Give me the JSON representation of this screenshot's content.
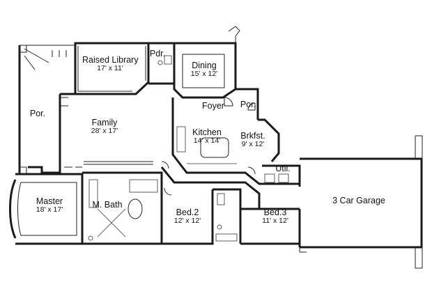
{
  "rooms": [
    {
      "id": "raised-library",
      "name": "Raised Library",
      "dims": "17' x 11'"
    },
    {
      "id": "powder",
      "name": "Pdr.",
      "dims": ""
    },
    {
      "id": "dining",
      "name": "Dining",
      "dims": "15' x 12'"
    },
    {
      "id": "porch-left",
      "name": "Por.",
      "dims": ""
    },
    {
      "id": "family",
      "name": "Family",
      "dims": "28' x 17'"
    },
    {
      "id": "foyer",
      "name": "Foyer",
      "dims": ""
    },
    {
      "id": "porch-front",
      "name": "Por.",
      "dims": ""
    },
    {
      "id": "kitchen",
      "name": "Kitchen",
      "dims": "14' x 14'"
    },
    {
      "id": "breakfast",
      "name": "Brkfst.",
      "dims": "9' x 12'"
    },
    {
      "id": "utility",
      "name": "Util.",
      "dims": ""
    },
    {
      "id": "garage",
      "name": "3 Car Garage",
      "dims": ""
    },
    {
      "id": "master",
      "name": "Master",
      "dims": "18' x 17'"
    },
    {
      "id": "master-bath",
      "name": "M. Bath",
      "dims": ""
    },
    {
      "id": "bed-2",
      "name": "Bed.2",
      "dims": "12' x 12'"
    },
    {
      "id": "bed-3",
      "name": "Bed.3",
      "dims": "11' x 12'"
    }
  ]
}
